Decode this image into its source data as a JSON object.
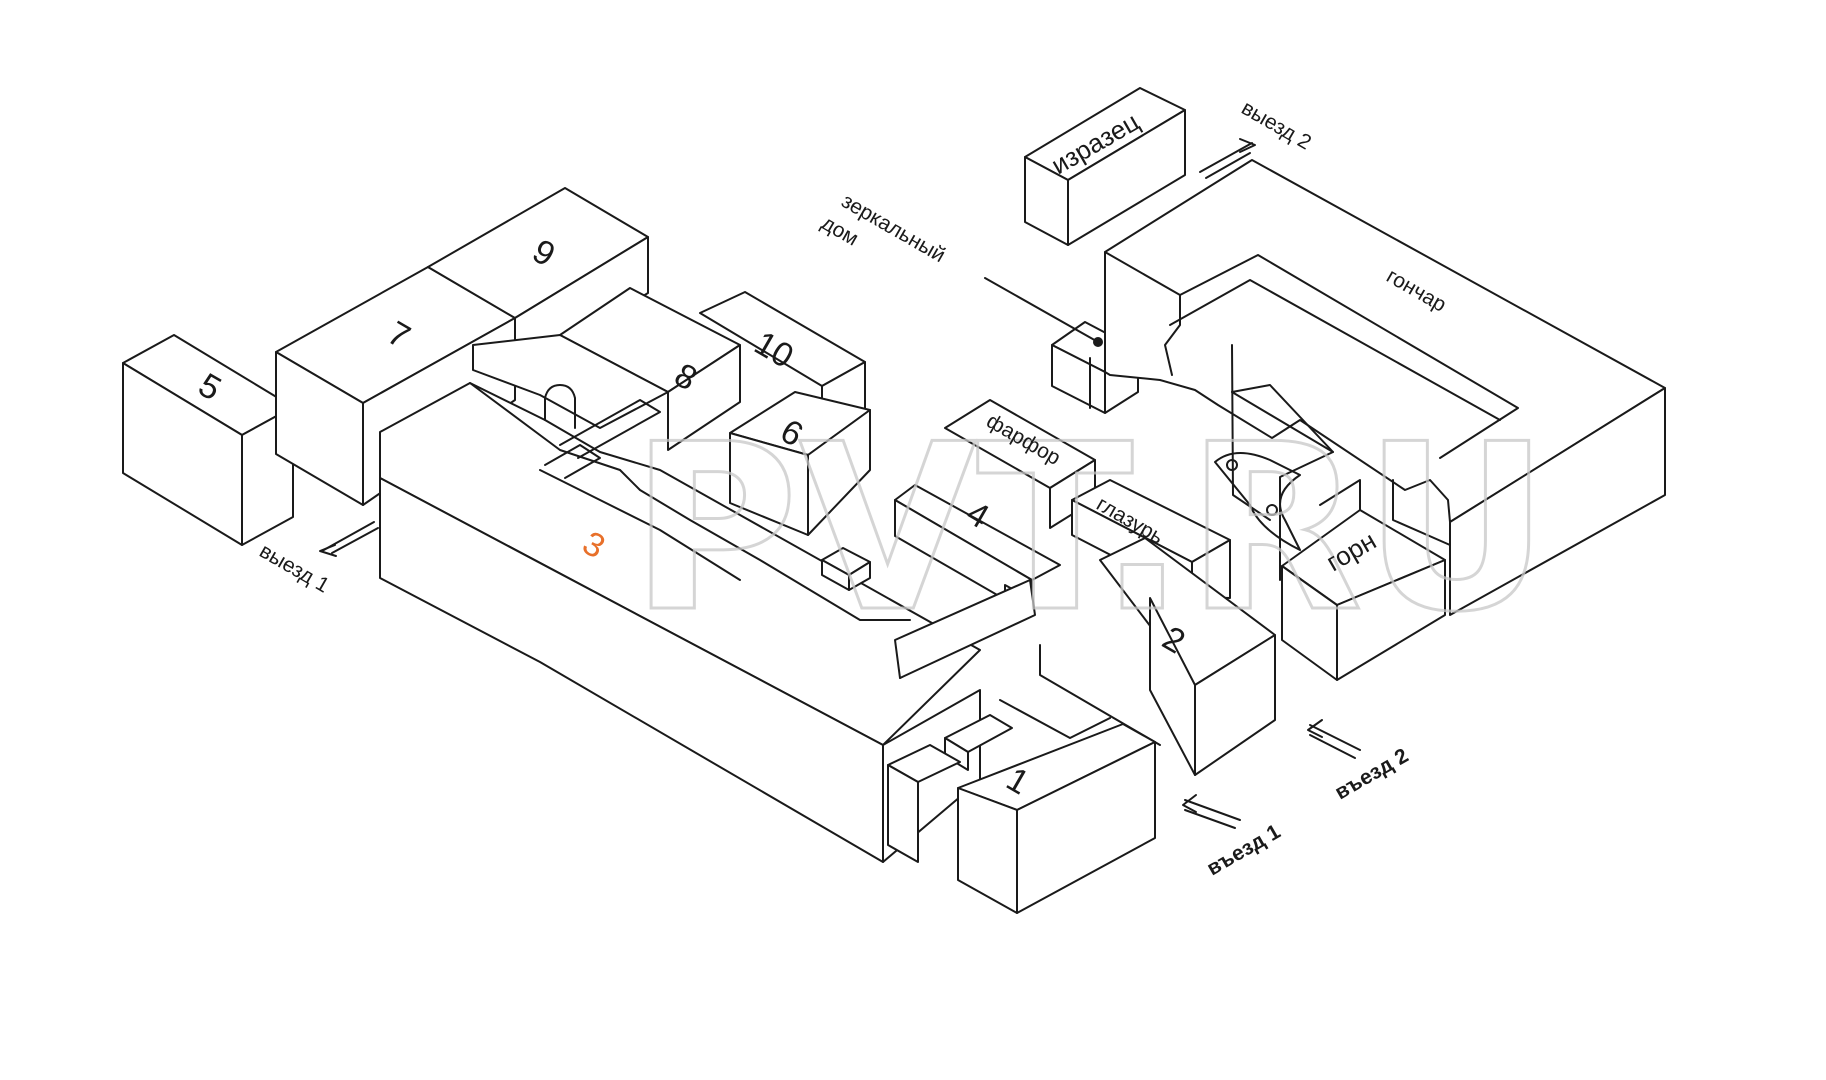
{
  "buildings": {
    "b1": "1",
    "b2": "2",
    "b3": "3",
    "b4": "4",
    "b5": "5",
    "b6": "6",
    "b7": "7",
    "b8": "8",
    "b9": "9",
    "b10": "10"
  },
  "places": {
    "izrazets": "изразец",
    "mirror_house_line1": "зеркальный",
    "mirror_house_line2": "дом",
    "gonchar": "гончар",
    "farfor": "фарфор",
    "glazur": "глазурь",
    "gorn": "горн"
  },
  "exits": {
    "exit1": "выезд 1",
    "exit2": "выезд 2",
    "entry1": "въезд 1",
    "entry2": "въезд 2"
  },
  "watermark": "PVT.RU",
  "colors": {
    "accent_building_3": "#e8702a",
    "ink": "#1a1a1a"
  }
}
